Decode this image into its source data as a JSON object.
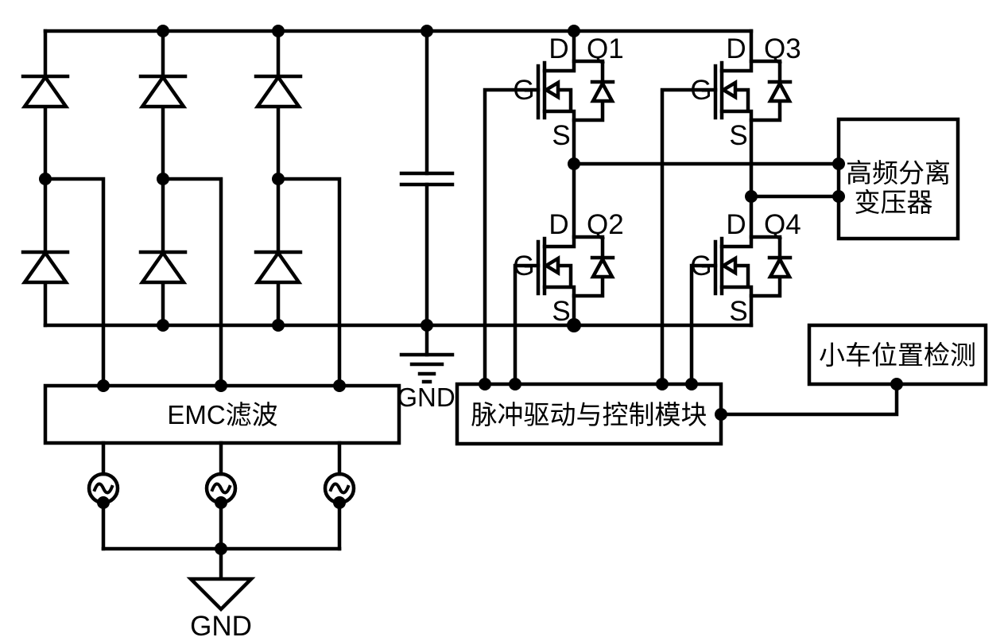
{
  "colors": {
    "background": "#ffffff",
    "line": "#000000"
  },
  "transistors": [
    {
      "name": "Q1",
      "drain": "D",
      "gate": "G",
      "source": "S"
    },
    {
      "name": "Q2",
      "drain": "D",
      "gate": "G",
      "source": "S"
    },
    {
      "name": "Q3",
      "drain": "D",
      "gate": "G",
      "source": "S"
    },
    {
      "name": "Q4",
      "drain": "D",
      "gate": "G",
      "source": "S"
    }
  ],
  "blocks": {
    "transformer_line1": "高频分离",
    "transformer_line2": "变压器",
    "cart_position": "小车位置检测",
    "pulse_module": "脉冲驱动与控制模块",
    "emc_filter": "EMC滤波"
  },
  "grounds": {
    "dc_gnd": "GND",
    "source_gnd": "GND"
  }
}
